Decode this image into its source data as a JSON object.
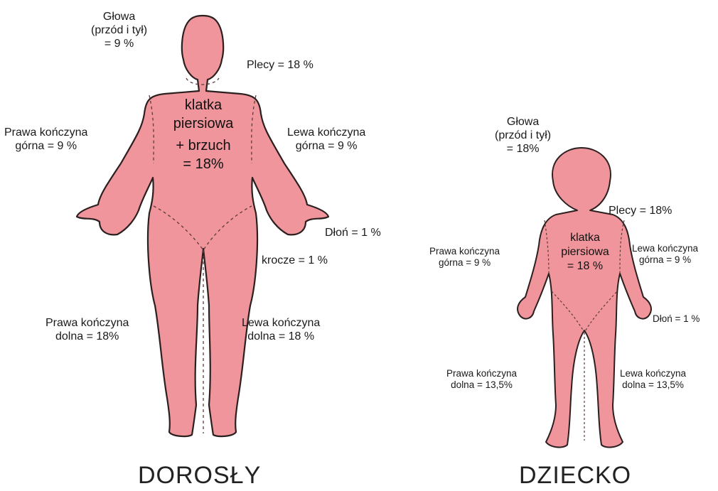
{
  "colors": {
    "skin": "#f0959b",
    "outline": "#2b1f1f",
    "dashes": "#5a3b3b",
    "text": "#1a1a1a"
  },
  "adult": {
    "caption": "DOROSŁY",
    "head": [
      "Głowa",
      "(przód i tył)",
      "= 9 %"
    ],
    "back": "Plecy = 18 %",
    "chest": [
      "klatka",
      "piersiowa",
      "+ brzuch",
      "= 18%"
    ],
    "right_arm": [
      "Prawa kończyna",
      "górna = 9 %"
    ],
    "left_arm": [
      "Lewa kończyna",
      "górna = 9 %"
    ],
    "palm": "Dłoń = 1 %",
    "perineum": "krocze =  1 %",
    "right_leg": [
      "Prawa kończyna",
      "dolna = 18%"
    ],
    "left_leg": [
      "Lewa kończyna",
      "dolna = 18 %"
    ]
  },
  "child": {
    "caption": "DZIECKO",
    "head": [
      "Głowa",
      "(przód i tył)",
      "= 18%"
    ],
    "back": "Plecy = 18%",
    "chest": [
      "klatka",
      "piersiowa",
      "= 18 %"
    ],
    "right_arm": [
      "Prawa kończyna",
      "górna = 9 %"
    ],
    "left_arm": [
      "Lewa kończyna",
      "górna = 9 %"
    ],
    "palm": "Dłoń = 1 %",
    "right_leg": [
      "Prawa kończyna",
      "dolna = 13,5%"
    ],
    "left_leg": [
      "Lewa kończyna",
      "dolna = 13,5%"
    ]
  }
}
